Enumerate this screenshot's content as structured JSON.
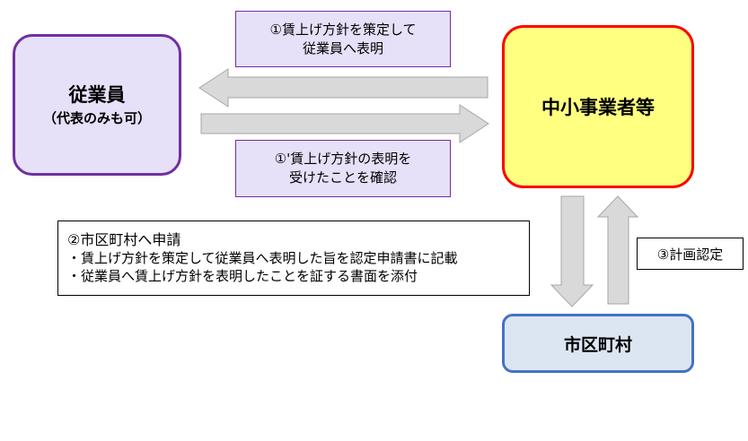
{
  "employee": {
    "label": "従業員",
    "sublabel": "（代表のみも可）"
  },
  "sme": {
    "label": "中小事業者等"
  },
  "city": {
    "label": "市区町村"
  },
  "note1": {
    "line1": "①賃上げ方針を策定して",
    "line2": "従業員へ表明"
  },
  "note2": {
    "line1": "①'賃上げ方針の表明を",
    "line2": "受けたことを確認"
  },
  "note3": {
    "title": "②市区町村へ申請",
    "items": [
      "・賃上げ方針を策定して従業員へ表明した旨を認定申請書に記載",
      "・従業員へ賃上げ方針を表明したことを証する書面を添付"
    ]
  },
  "note4": {
    "label": "③計画認定"
  },
  "colors": {
    "arrow_fill": "#d9d9d9",
    "arrow_stroke": "#a6a6a6",
    "employee_fill": "#e6e0f8",
    "employee_border": "#7030a0",
    "sme_fill": "#ffff80",
    "sme_border": "#ff0000",
    "city_fill": "#dce6f2",
    "city_border": "#4472c4"
  }
}
